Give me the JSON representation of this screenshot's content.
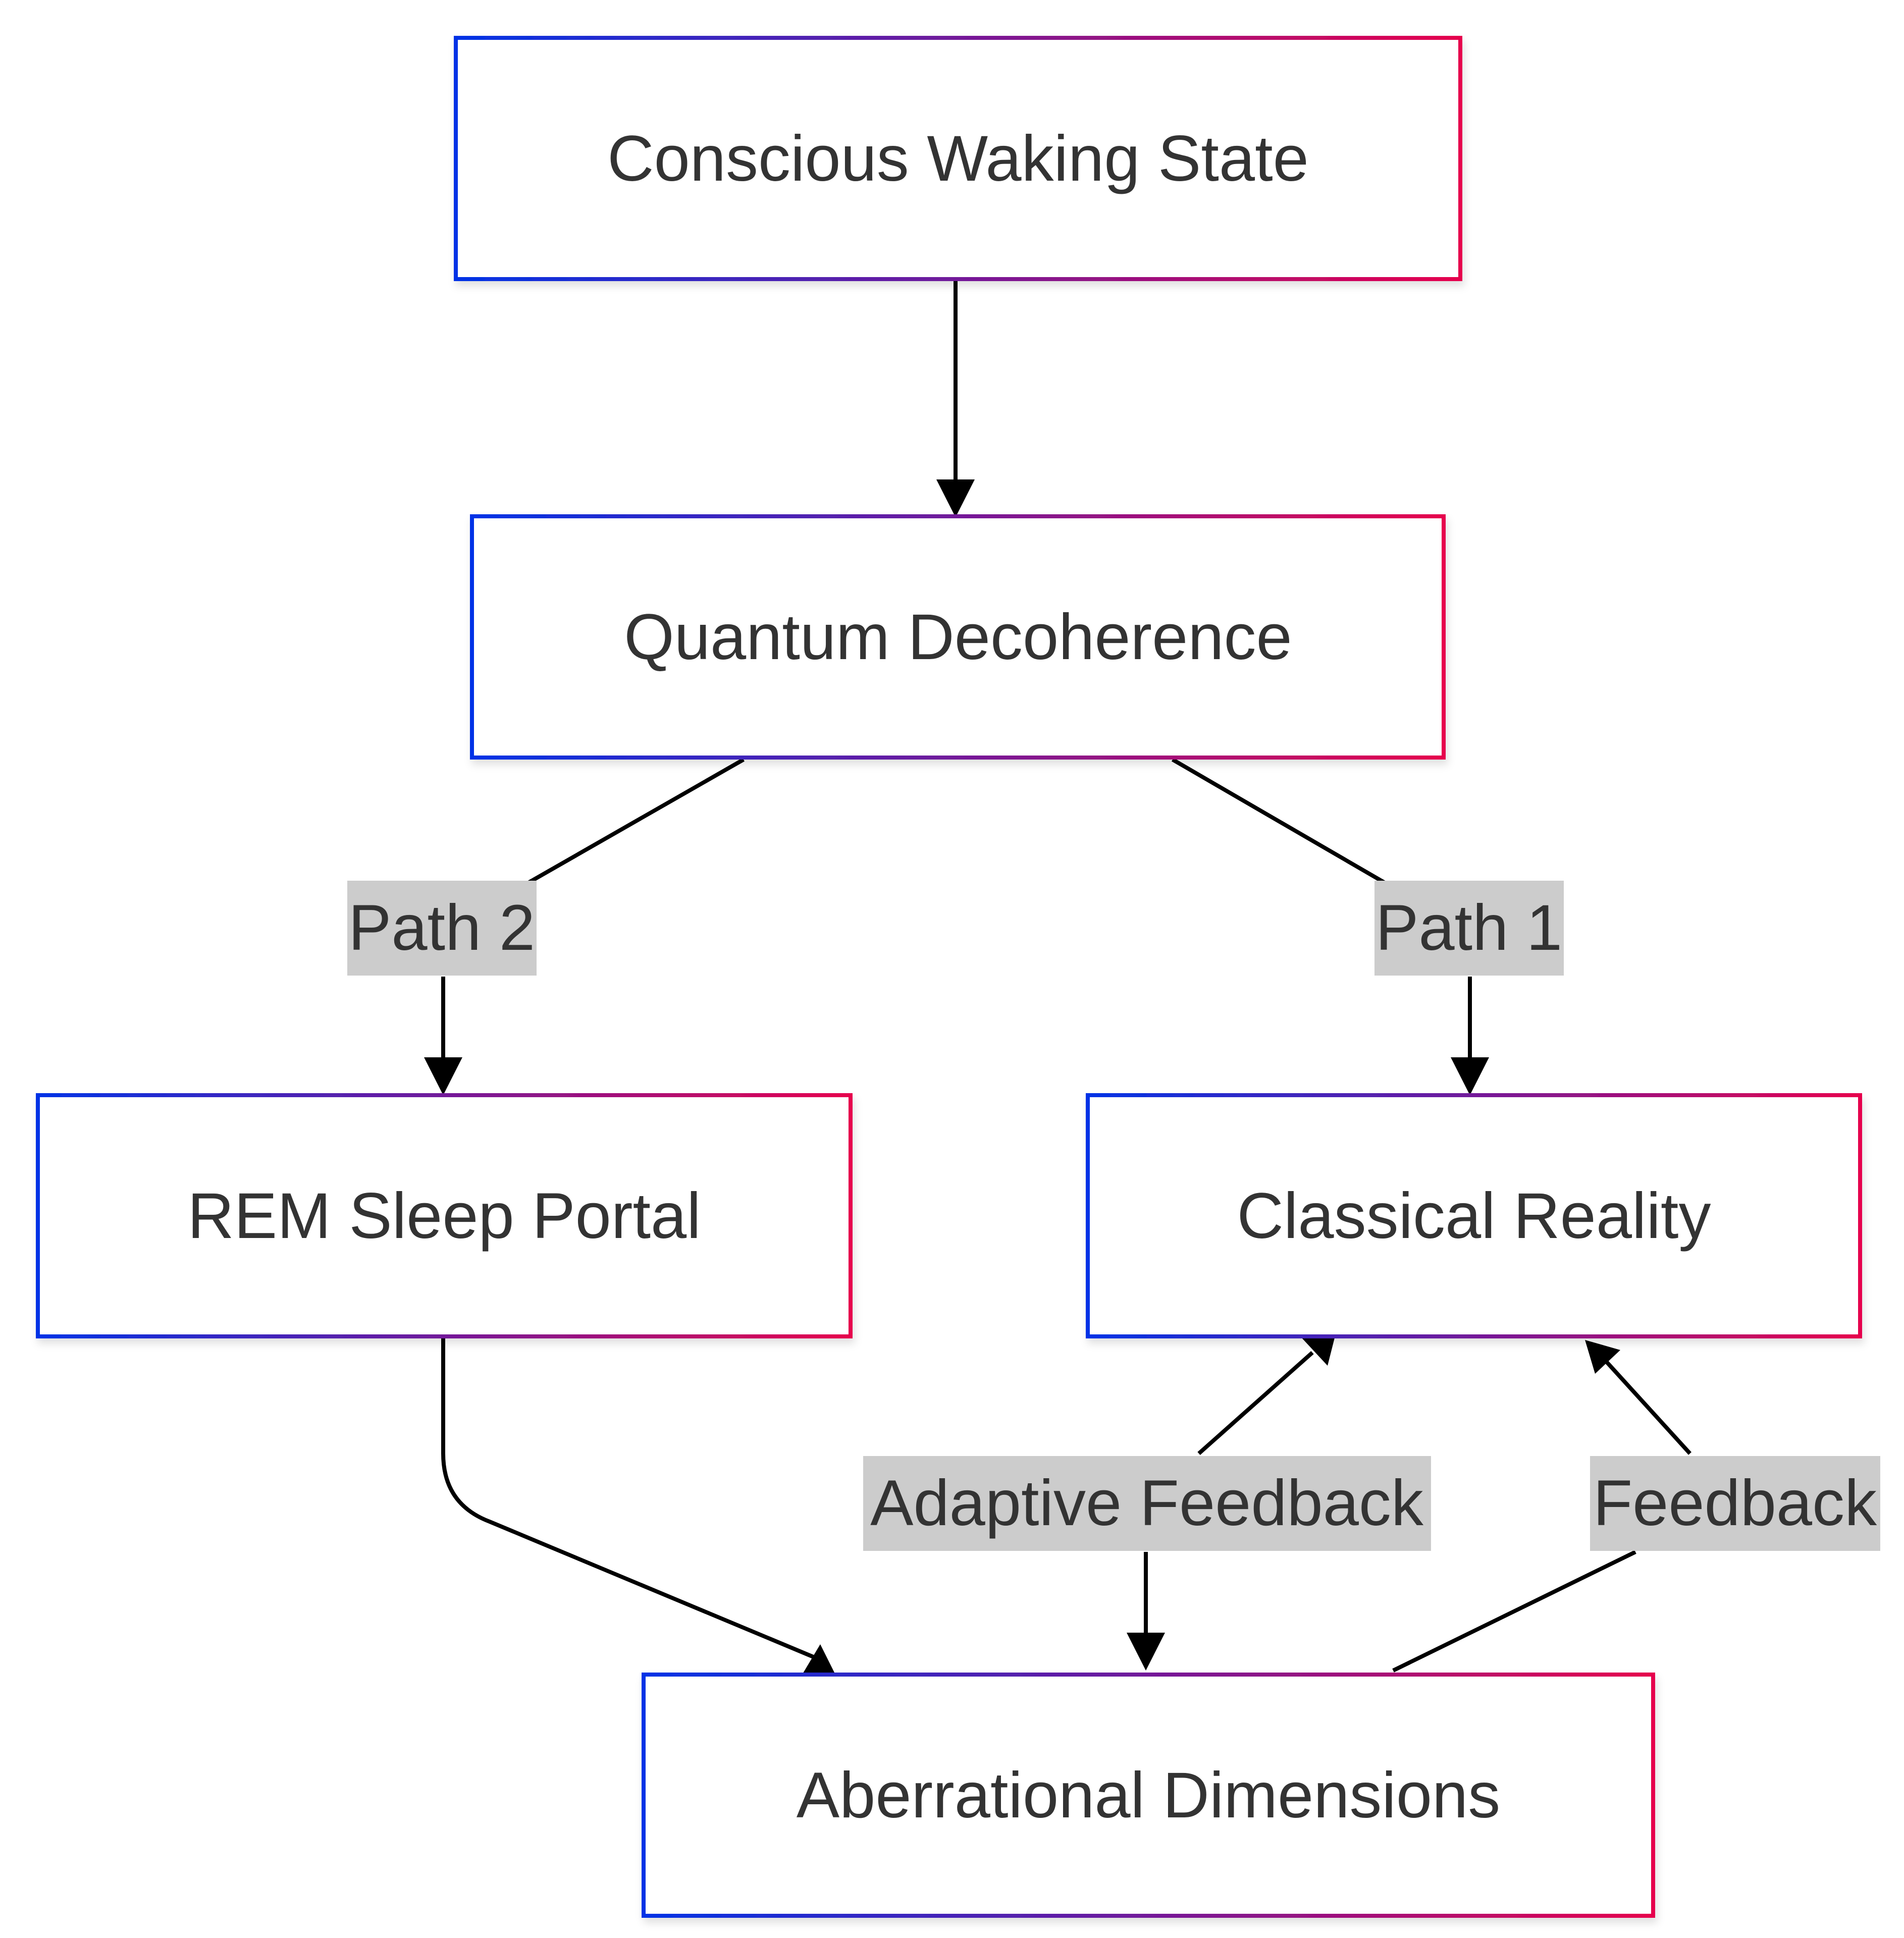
{
  "nodes": {
    "conscious": "Conscious Waking State",
    "quantum": "Quantum Decoherence",
    "rem": "REM Sleep Portal",
    "classical": "Classical Reality",
    "aberrational": "Aberrational Dimensions"
  },
  "edges": {
    "path2": "Path 2",
    "path1": "Path 1",
    "adaptive_feedback": "Adaptive Feedback",
    "feedback": "Feedback"
  },
  "colors": {
    "node_border_start": "#0033e6",
    "node_border_end": "#e6004d",
    "node_fill": "#ffffff",
    "edge": "#000000",
    "edge_label_bg": "#cccccc",
    "text": "#333333"
  }
}
